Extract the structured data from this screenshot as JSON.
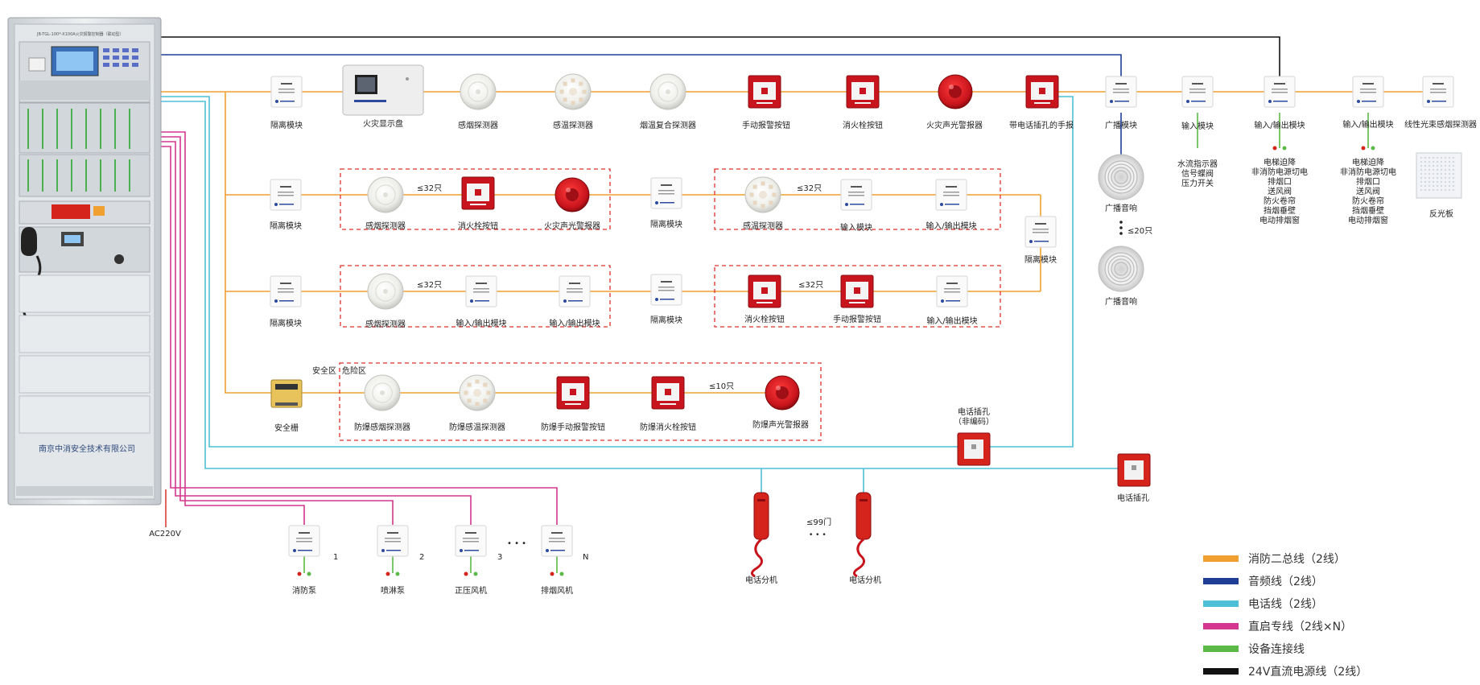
{
  "cabinet": {
    "title": "JB-TGL-100*-X100A火灾报警控制器（联动型）",
    "company": "南京中消安全技术有限公司"
  },
  "power_label": "AC220V",
  "bus1": [
    "隔离模块",
    "火灾显示盘",
    "感烟探测器",
    "感温探测器",
    "烟温复合探测器",
    "手动报警按钮",
    "消火栓按钮",
    "火灾声光警报器",
    "带电话插孔的手报"
  ],
  "broadcast": {
    "module": "广播模块",
    "speaker1": "广播音响",
    "count": "≤20只",
    "speaker2": "广播音响"
  },
  "right_units": {
    "input_module": "输入模块",
    "input_targets": "水流指示器\n信号蝶阀\n压力开关",
    "io_module1": "输入/输出模块",
    "io_targets1": "电梯迫降\n非消防电源切电\n排烟口\n送风阀\n防火卷帘\n挡烟垂壁\n电动排烟窗",
    "io_module2": "输入/输出模块",
    "io_targets2": "电梯迫降\n非消防电源切电\n排烟口\n送风阀\n防火卷帘\n挡烟垂壁\n电动排烟窗",
    "beam_detector": "线性光束感烟探测器",
    "reflector": "反光板"
  },
  "bus2": {
    "iso": "隔离模块",
    "g1": [
      "感烟探测器",
      "消火栓按钮",
      "火灾声光警报器"
    ],
    "g1_count": "≤32只",
    "mid_iso": "隔离模块",
    "g2": [
      "感温探测器",
      "输入模块",
      "输入/输出模块"
    ],
    "g2_count": "≤32只",
    "right_iso": "隔离模块"
  },
  "bus3": {
    "iso": "隔离模块",
    "g1": [
      "感烟探测器",
      "输入/输出模块",
      "输入/输出模块"
    ],
    "g1_count": "≤32只",
    "mid_iso": "隔离模块",
    "g2": [
      "消火栓按钮",
      "手动报警按钮",
      "输入/输出模块"
    ],
    "g2_count": "≤32只"
  },
  "bus4": {
    "barrier": "安全栅",
    "safe_zone": "安全区",
    "danger_zone": "危险区",
    "items": [
      "防爆感烟探测器",
      "防爆感温探测器",
      "防爆手动报警按钮",
      "防爆消火栓按钮",
      "防爆声光警报器"
    ],
    "count": "≤10只"
  },
  "phone": {
    "jack_nonaddr": "电话插孔\n（非编码）",
    "jack": "电话插孔",
    "handset1": "电话分机",
    "handset2": "电话分机",
    "count": "≤99门",
    "ellipsis": "• • •"
  },
  "direct": {
    "units": [
      {
        "num": "1",
        "label": "消防泵"
      },
      {
        "num": "2",
        "label": "喷淋泵"
      },
      {
        "num": "3",
        "label": "正压风机"
      },
      {
        "num": "N",
        "label": "排烟风机"
      }
    ],
    "ellipsis": "• • •"
  },
  "legend": [
    {
      "color": "#f0a030",
      "label": "消防二总线（2线）"
    },
    {
      "color": "#1e3e96",
      "label": "音频线（2线）"
    },
    {
      "color": "#4fbfd6",
      "label": "电话线（2线）"
    },
    {
      "color": "#d4378f",
      "label": "直启专线（2线×N）"
    },
    {
      "color": "#5cb947",
      "label": "设备连接线"
    },
    {
      "color": "#111111",
      "label": "24V直流电源线（2线）"
    }
  ]
}
